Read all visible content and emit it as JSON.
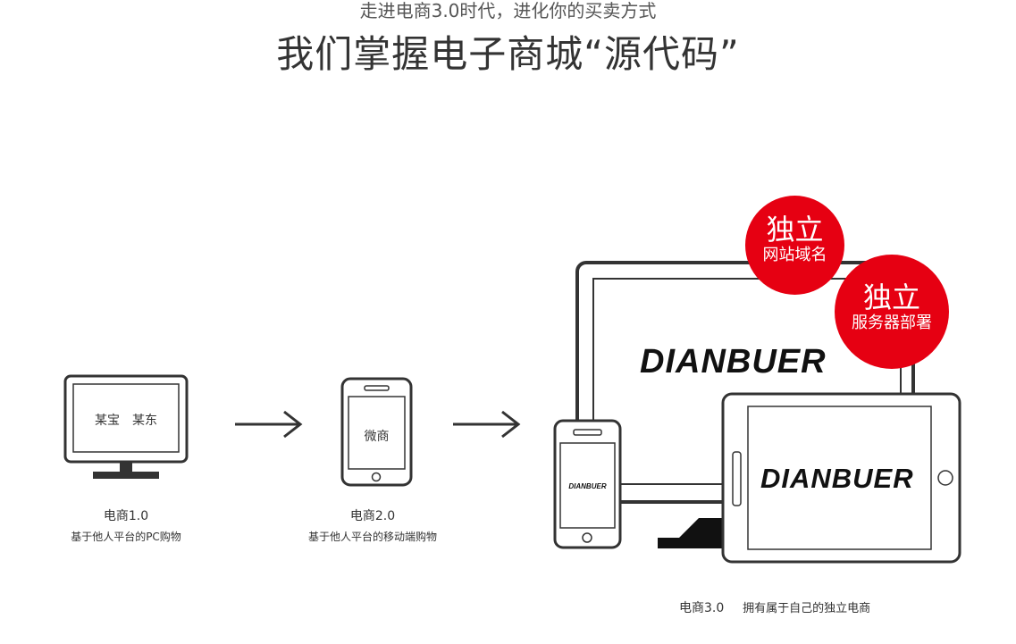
{
  "header": {
    "subtitle": "走进电商3.0时代，进化你的买卖方式",
    "title": "我们掌握电子商城“源代码”"
  },
  "stage1": {
    "screen_text": "某宝　某东",
    "caption": "电商1.0",
    "description": "基于他人平台的PC购物"
  },
  "stage2": {
    "screen_text": "微商",
    "caption": "电商2.0",
    "description": "基于他人平台的移动端购物"
  },
  "stage3": {
    "brand_monitor": "DIANBUER",
    "brand_tablet": "DIANBUER",
    "brand_phone": "DIANBUER",
    "caption": "电商3.0",
    "description": "拥有属于自己的独立电商"
  },
  "badges": {
    "domain": {
      "big": "独立",
      "small": "网站域名"
    },
    "server": {
      "big": "独立",
      "small": "服务器部署"
    }
  },
  "colors": {
    "accent": "#e60012",
    "outline": "#333333"
  }
}
